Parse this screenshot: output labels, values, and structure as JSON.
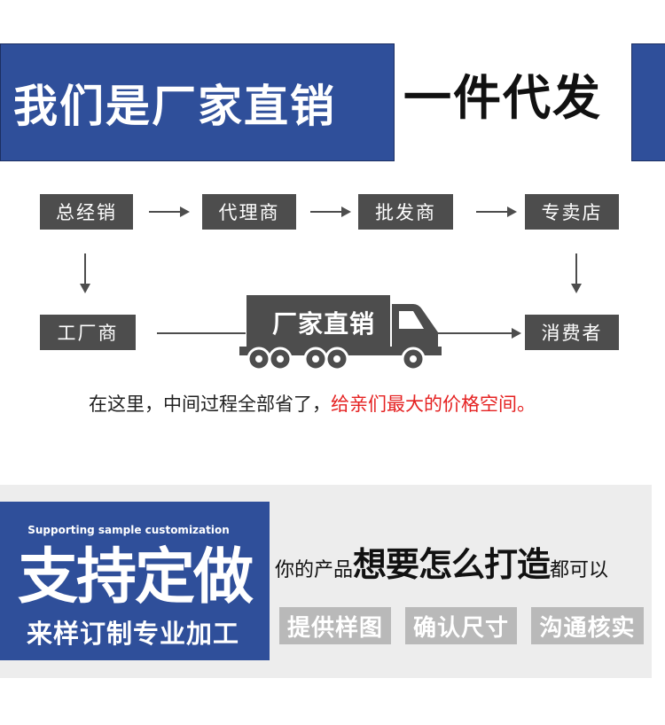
{
  "banner": {
    "main_text": "我们是厂家直销",
    "secondary_text": "一件代发",
    "color": "#2f4f9a"
  },
  "flow": {
    "nodes": {
      "general_distributor": "总经销",
      "agent": "代理商",
      "wholesaler": "批发商",
      "retail_store": "专卖店",
      "factory": "工厂商",
      "consumer": "消费者"
    },
    "truck_label": "厂家直销",
    "caption_normal": "在这里，中间过程全部省了，",
    "caption_highlight": "给亲们最大的价格空间。",
    "highlight_color": "#e52222"
  },
  "customization": {
    "subtitle_en": "Supporting sample customization",
    "title": "支持定做",
    "subtitle_cn": "来样订制专业加工",
    "question_prefix": "你的产品",
    "question_emphasis": "想要怎么打造",
    "question_suffix": "都可以",
    "tags": [
      "提供样图",
      "确认尺寸",
      "沟通核实"
    ]
  }
}
